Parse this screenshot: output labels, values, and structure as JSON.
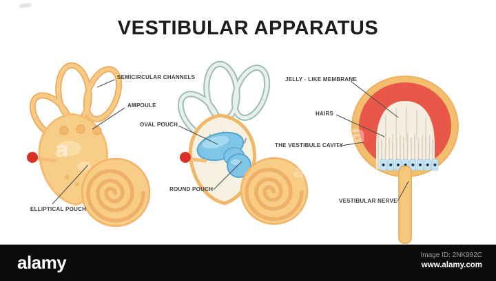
{
  "title": "VESTIBULAR APPARATUS",
  "diagram": {
    "labels": {
      "semicircular_channels": "SEMICIRCULAR CHANNELS",
      "ampoule": "AMPOULE",
      "oval_pouch": "OVAL POUCH",
      "elliptical_pouch": "ELLIPTICAL POUCH",
      "round_pouch": "ROUND POUCH",
      "jelly_like_membrane": "JELLY - LIKE MEMBRANE",
      "hairs": "HAIRS",
      "vestibule_cavity": "THE VESTIBULE CAVITY",
      "vestibular_nerve": "VESTIBULAR NERVE"
    },
    "watermark_letter": "a"
  },
  "footer": {
    "logo": "alamy",
    "image_id": "Image ID: 2NK992C",
    "website": "www.alamy.com"
  },
  "colors": {
    "canal_orange": "#f6c77e",
    "body_orange": "#f8cd87",
    "outline_orange": "#f0b163",
    "canal_teal": "#a2c1b4",
    "pouch_blue": "#7ec5e8",
    "cavity_red": "#e85747",
    "membrane_cream": "#f4eee2",
    "nerve_dot_red": "#d9302a",
    "footer_black": "#0b0b0b"
  }
}
